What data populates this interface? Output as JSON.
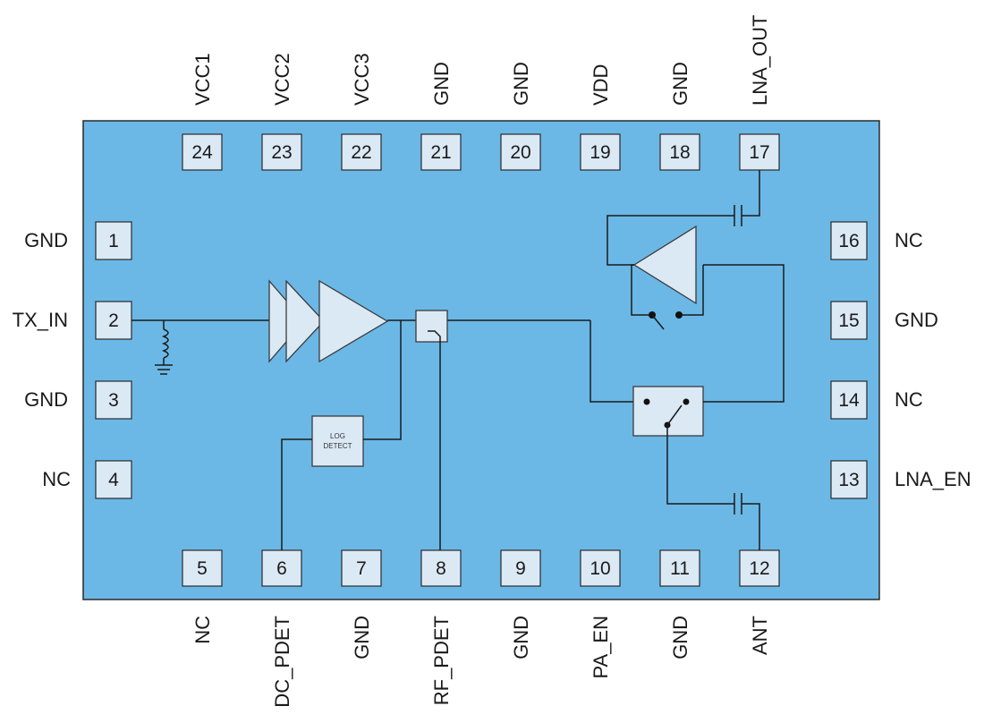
{
  "colors": {
    "package": "#6bb8e6",
    "pad": "#dbe9f5",
    "outline": "#2a2a2a"
  },
  "pins": {
    "p1": {
      "num": "1",
      "name": "GND"
    },
    "p2": {
      "num": "2",
      "name": "TX_IN"
    },
    "p3": {
      "num": "3",
      "name": "GND"
    },
    "p4": {
      "num": "4",
      "name": "NC"
    },
    "p5": {
      "num": "5",
      "name": "NC"
    },
    "p6": {
      "num": "6",
      "name": "DC_PDET"
    },
    "p7": {
      "num": "7",
      "name": "GND"
    },
    "p8": {
      "num": "8",
      "name": "RF_PDET"
    },
    "p9": {
      "num": "9",
      "name": "GND"
    },
    "p10": {
      "num": "10",
      "name": "PA_EN"
    },
    "p11": {
      "num": "11",
      "name": "GND"
    },
    "p12": {
      "num": "12",
      "name": "ANT"
    },
    "p13": {
      "num": "13",
      "name": "LNA_EN"
    },
    "p14": {
      "num": "14",
      "name": "NC"
    },
    "p15": {
      "num": "15",
      "name": "GND"
    },
    "p16": {
      "num": "16",
      "name": "NC"
    },
    "p17": {
      "num": "17",
      "name": "LNA_OUT"
    },
    "p18": {
      "num": "18",
      "name": "GND"
    },
    "p19": {
      "num": "19",
      "name": "VDD"
    },
    "p20": {
      "num": "20",
      "name": "GND"
    },
    "p21": {
      "num": "21",
      "name": "GND"
    },
    "p22": {
      "num": "22",
      "name": "VCC3"
    },
    "p23": {
      "num": "23",
      "name": "VCC2"
    },
    "p24": {
      "num": "24",
      "name": "VCC1"
    }
  },
  "blocks": {
    "log_detect_line1": "LOG",
    "log_detect_line2": "DETECT"
  }
}
